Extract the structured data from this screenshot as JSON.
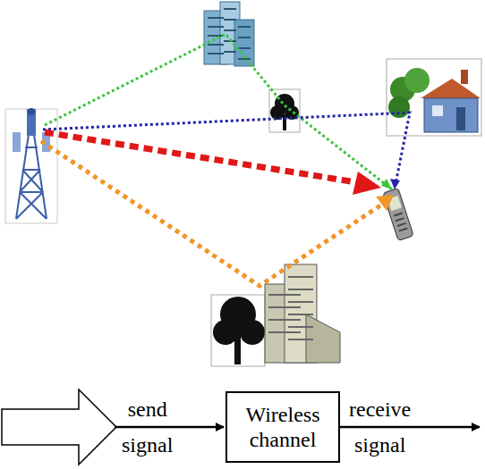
{
  "diagram": {
    "nodes": [
      {
        "text": [
          "Wireless channel"
        ]
      }
    ],
    "labels": [
      "send signal",
      "receive signal"
    ]
  }
}
